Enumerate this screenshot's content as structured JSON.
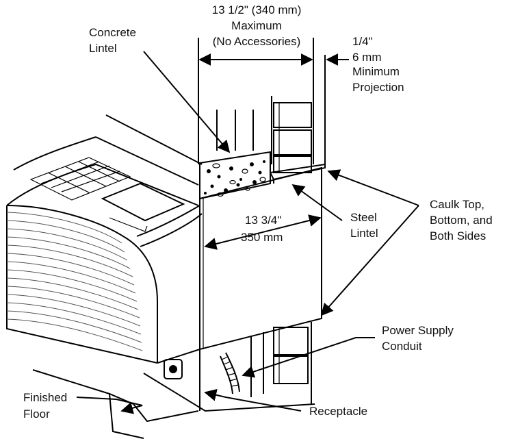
{
  "labels": {
    "max_width_line1": "13 1/2\" (340 mm)",
    "max_width_line2": "Maximum",
    "max_width_line3": "(No Accessories)",
    "concrete_lintel_line1": "Concrete",
    "concrete_lintel_line2": "Lintel",
    "projection_line1": "1/4\"",
    "projection_line2": "6 mm",
    "projection_line3": "Minimum",
    "projection_line4": "Projection",
    "depth_line1": "13 3/4\"",
    "depth_line2": "350 mm",
    "steel_lintel_line1": "Steel",
    "steel_lintel_line2": "Lintel",
    "caulk_line1": "Caulk Top,",
    "caulk_line2": "Bottom, and",
    "caulk_line3": "Both Sides",
    "power_line1": "Power Supply",
    "power_line2": "Conduit",
    "floor_line1": "Finished",
    "floor_line2": "Floor",
    "receptacle": "Receptacle"
  },
  "colors": {
    "ink": "#000000",
    "background": "#ffffff",
    "fins": "#555555"
  }
}
